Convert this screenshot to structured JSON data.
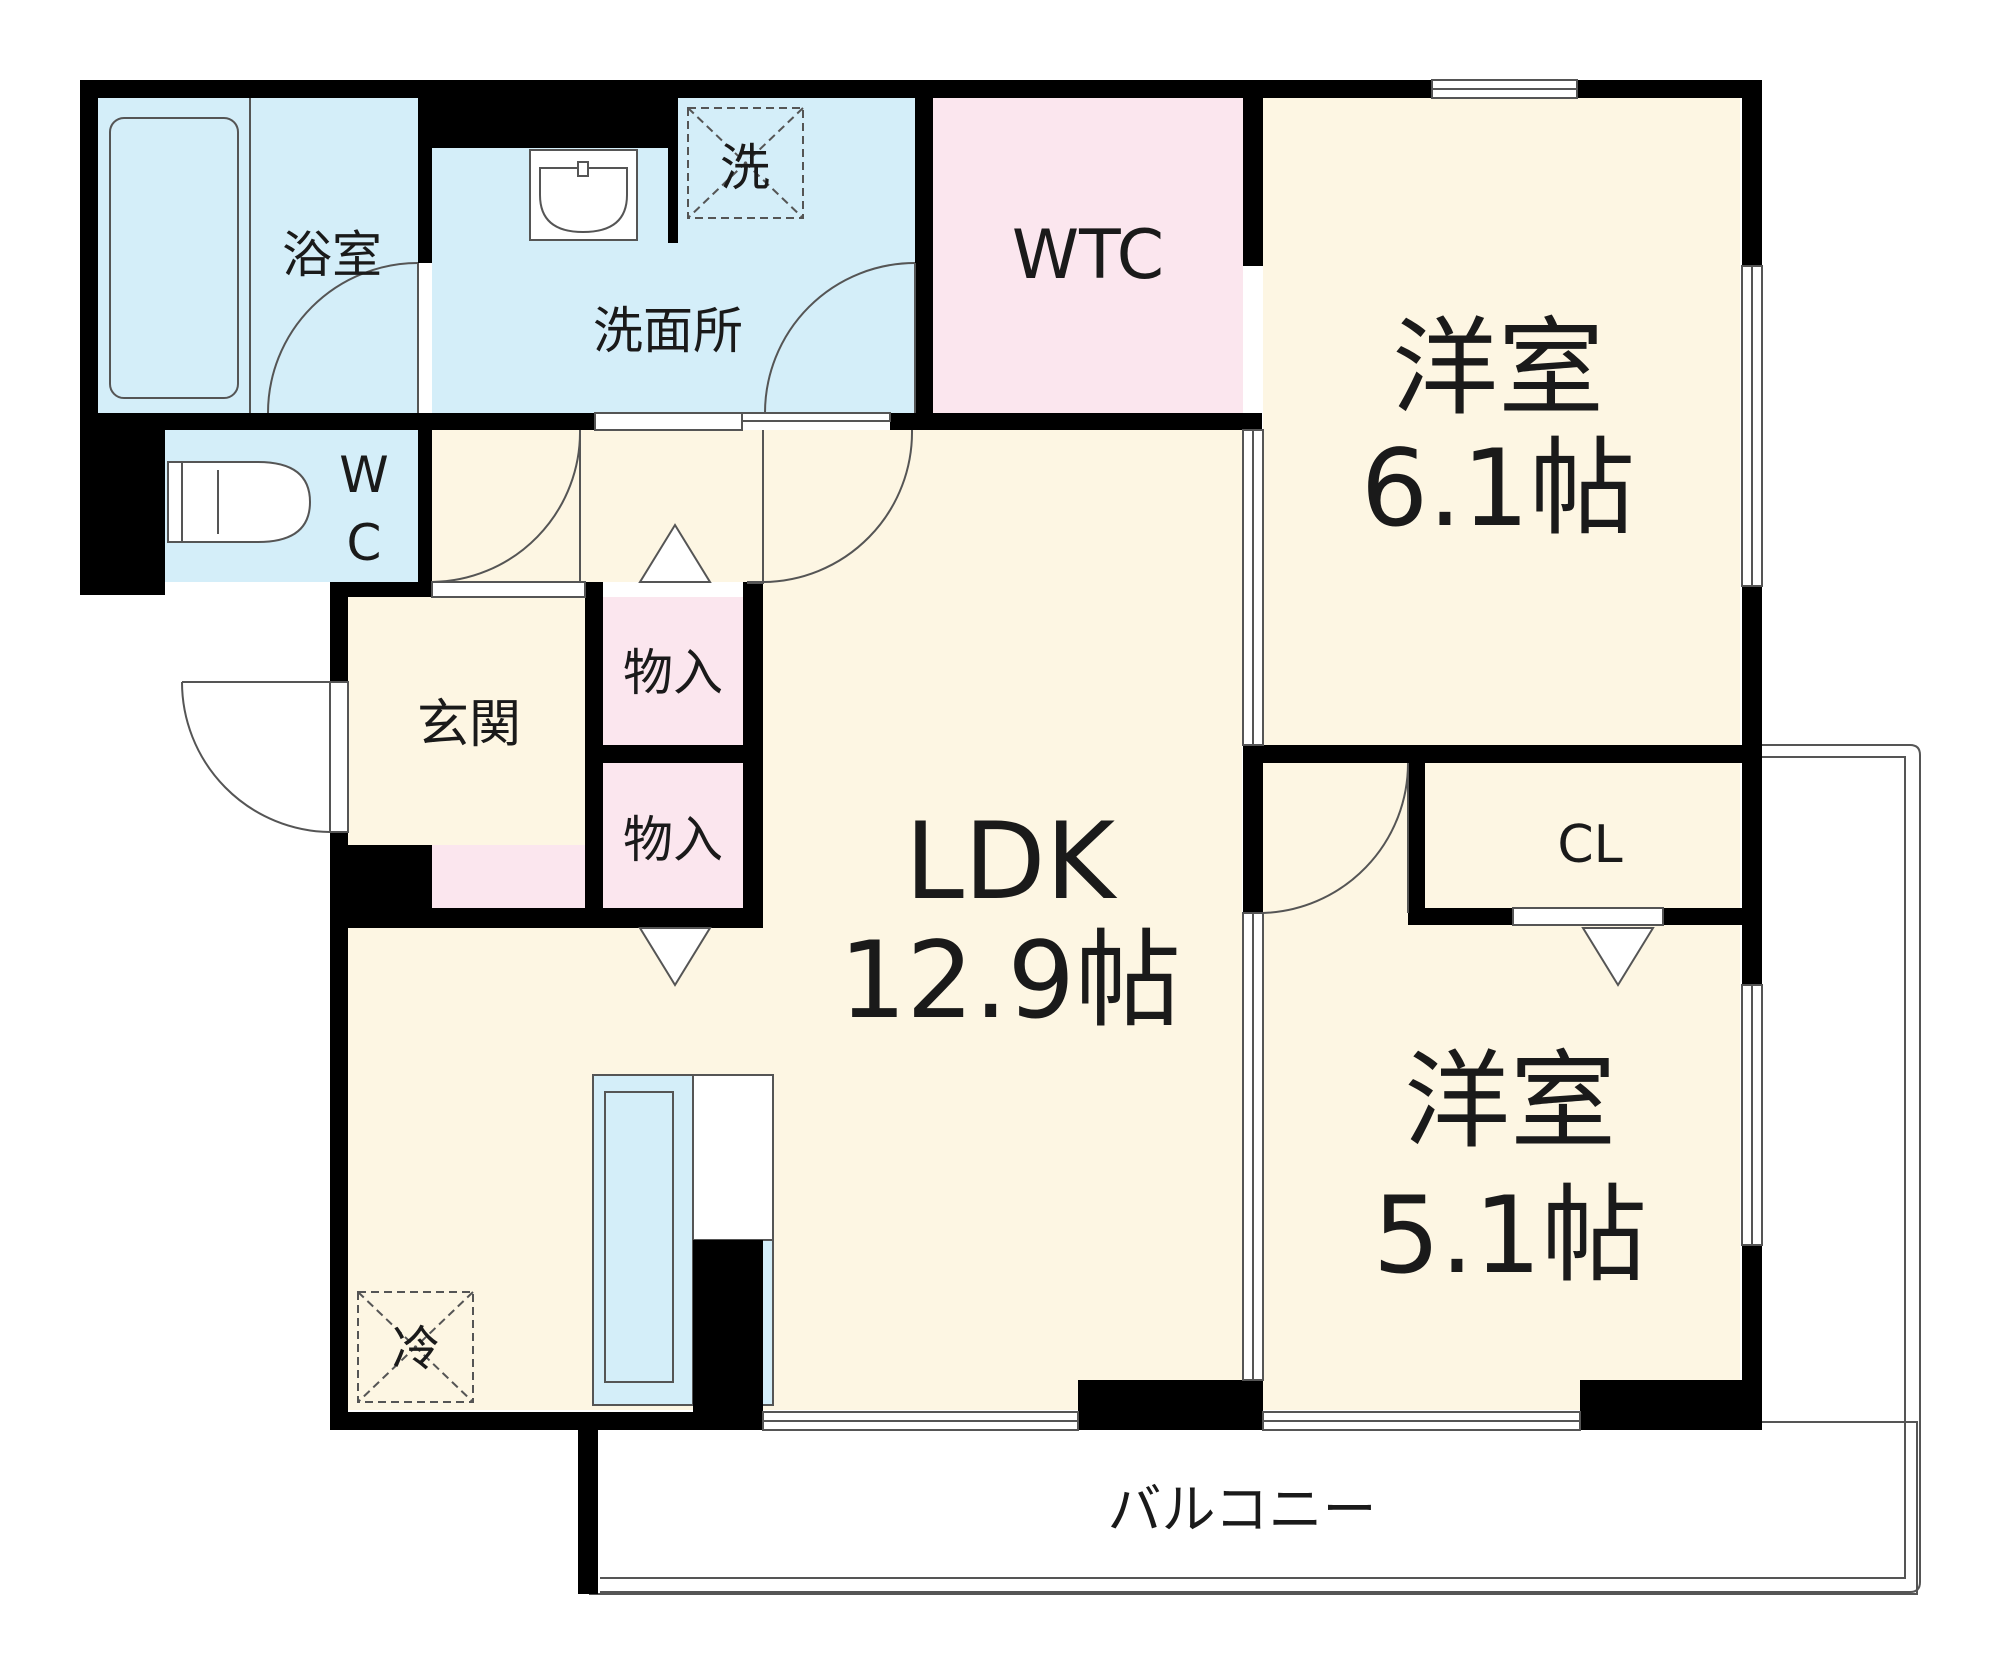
{
  "floor_plan": {
    "rooms": {
      "bath": "浴室",
      "washroom": "洗面所",
      "washer": "洗",
      "wtc": "WTC",
      "western_room_1": {
        "name": "洋室",
        "size": "6.1帖"
      },
      "wc_line1": "W",
      "wc_line2": "C",
      "entrance": "玄関",
      "storage_1": "物入",
      "storage_2": "物入",
      "ldk": {
        "name": "LDK",
        "size": "12.9帖"
      },
      "closet": "CL",
      "western_room_2": {
        "name": "洋室",
        "size": "5.1帖"
      },
      "fridge": "冷",
      "balcony": "バルコニー"
    },
    "colors": {
      "wet_area": "#d4eef9",
      "storage": "#fbe6ee",
      "living": "#fdf6e3",
      "wall": "#000000"
    }
  }
}
